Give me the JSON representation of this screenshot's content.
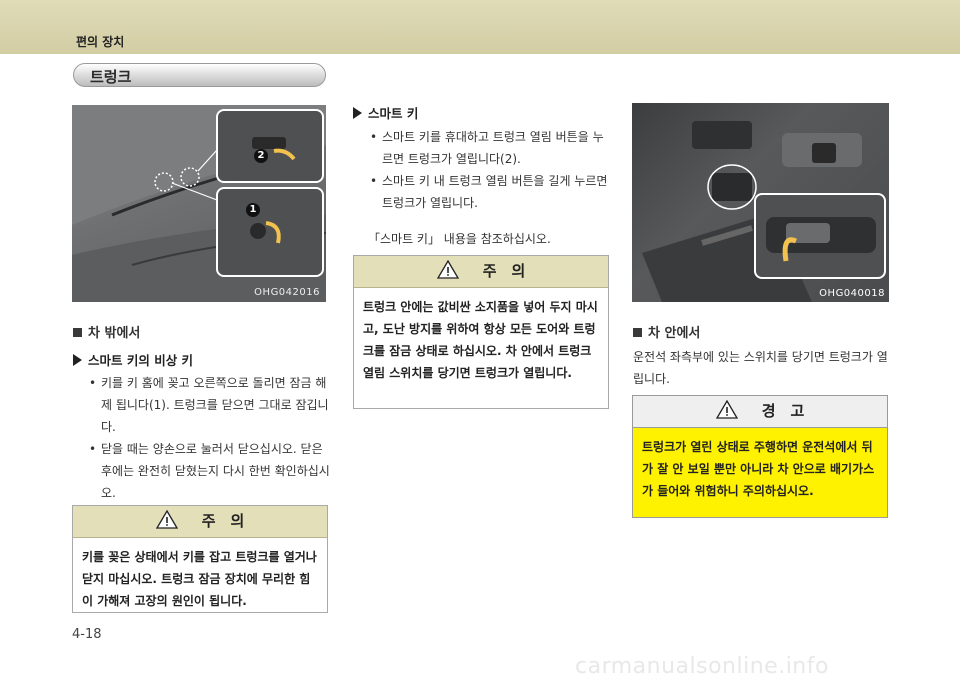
{
  "header": {
    "title": "편의 장치"
  },
  "section": {
    "title": "트렁크"
  },
  "left_figure": {
    "code": "OHG042016",
    "marker_1": "1",
    "marker_2": "2"
  },
  "outside": {
    "heading": "차 밖에서",
    "subheading": "스마트 키의 비상 키",
    "bullets": [
      "키를 키 홈에 꽂고 오른쪽으로 돌리면 잠금 해제 됩니다(1). 트렁크를 닫으면 그대로 잠깁니다.",
      "닫을 때는 양손으로 눌러서 닫으십시오. 닫은 후에는 완전히 닫혔는지 다시 한번 확인하십시오."
    ],
    "caution": {
      "title": "주　의",
      "text": "키를 꽂은 상태에서 키를 잡고 트렁크를 열거나 닫지 마십시오. 트렁크 잠금 장치에 무리한 힘이 가해져 고장의 원인이 됩니다."
    }
  },
  "smart_key": {
    "subheading": "스마트 키",
    "bullets": [
      "스마트 키를 휴대하고 트렁크 열림 버튼을 누르면 트렁크가 열립니다(2).",
      "스마트 키 내 트렁크 열림 버튼을 길게 누르면 트렁크가 열립니다."
    ],
    "reference": "「스마트 키」 내용을 참조하십시오.",
    "caution": {
      "title": "주　의",
      "text": "트렁크 안에는 값비싼 소지품을 넣어 두지 마시고, 도난 방지를 위하여 항상 모든 도어와 트렁크를 잠금 상태로 하십시오. 차 안에서 트렁크 열림 스위치를 당기면 트렁크가 열립니다."
    }
  },
  "right_figure": {
    "code": "OHG040018"
  },
  "inside": {
    "heading": "차 안에서",
    "text": "운전석 좌측부에 있는 스위치를 당기면 트렁크가 열립니다.",
    "warning": {
      "title": "경　고",
      "text": "트렁크가 열린 상태로 주행하면 운전석에서 뒤가 잘 안 보일 뿐만 아니라 차 안으로 배기가스가 들어와 위험하니 주의하십시오."
    }
  },
  "page_number": "4-18",
  "watermark": "carmanualsonline.info",
  "colors": {
    "header_band": "#d8d4ab",
    "caution_head": "#e3dfb8",
    "warning_head": "#eeeeee",
    "warning_body": "#fff200"
  }
}
